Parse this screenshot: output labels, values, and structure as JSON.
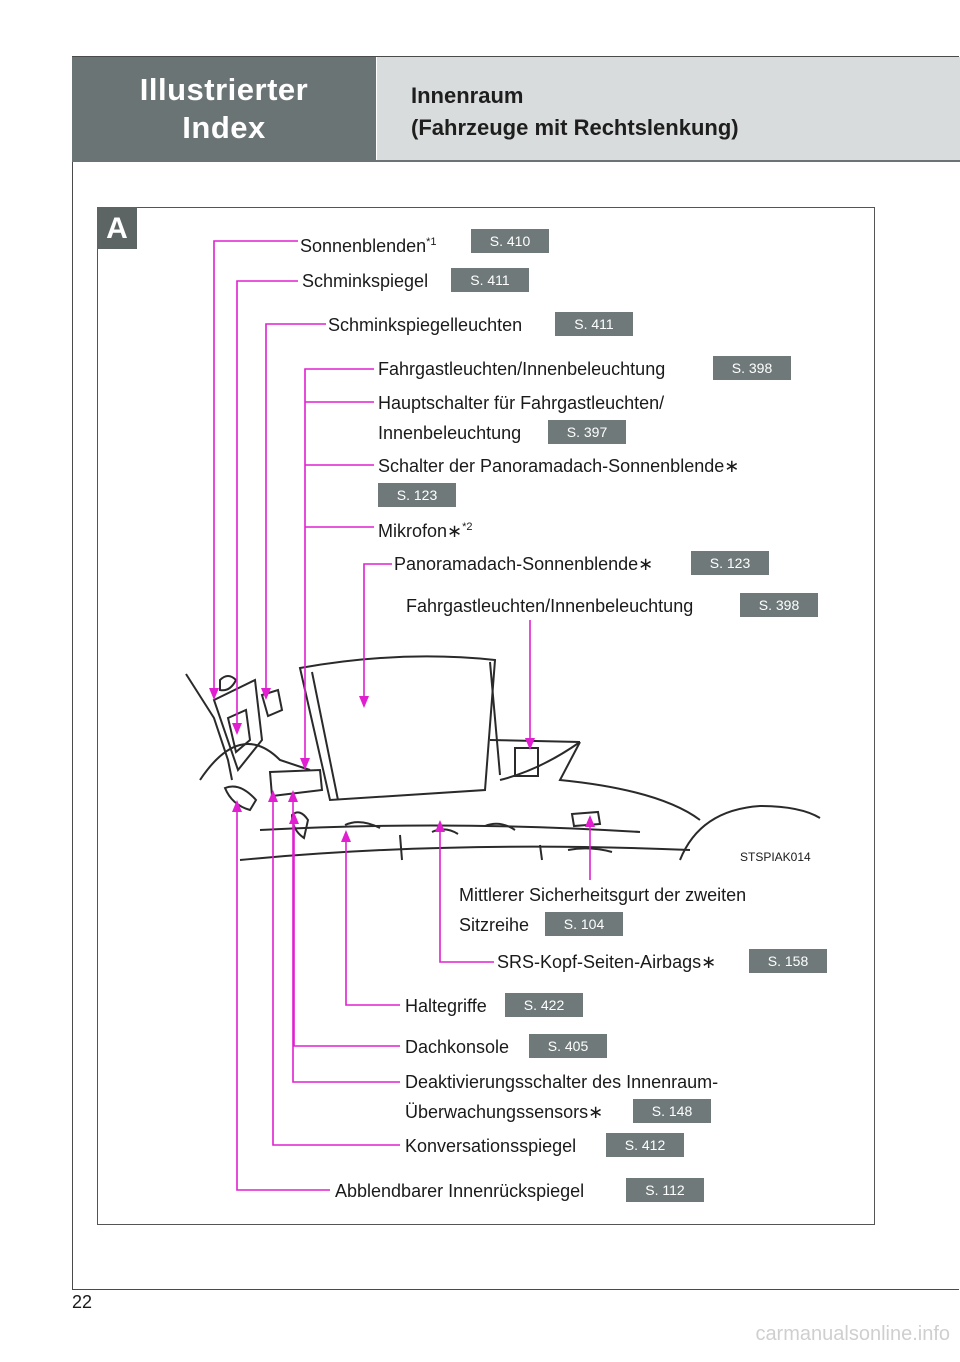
{
  "header": {
    "section_line1": "Illustrierter",
    "section_line2": "Index",
    "title_line1": "Innenraum",
    "title_line2": "(Fahrzeuge mit Rechtslenkung)"
  },
  "panel_badge": "A",
  "labels": {
    "sonnenblenden": "Sonnenblenden",
    "sonnenblenden_note": "*1",
    "sonnenblenden_page": "S. 410",
    "schminkspiegel": "Schminkspiegel",
    "schminkspiegel_page": "S. 411",
    "schminkspiegelleuchten": "Schminkspiegelleuchten",
    "schminkspiegelleuchten_page": "S. 411",
    "fahrgast1": "Fahrgastleuchten/Innenbeleuchtung",
    "fahrgast1_page": "S. 398",
    "hauptschalter_l1": "Hauptschalter für Fahrgastleuchten/",
    "hauptschalter_l2": "Innenbeleuchtung",
    "hauptschalter_page": "S. 397",
    "schalter_panorama": "Schalter der Panoramadach-Sonnenblende∗",
    "schalter_panorama_page": "S. 123",
    "mikrofon": "Mikrofon∗",
    "mikrofon_note": "*2",
    "panoramadach": "Panoramadach-Sonnenblende∗",
    "panoramadach_page": "S. 123",
    "fahrgast2": "Fahrgastleuchten/Innenbeleuchtung",
    "fahrgast2_page": "S. 398",
    "gurt_l1": "Mittlerer Sicherheitsgurt der zweiten",
    "gurt_l2": "Sitzreihe",
    "gurt_page": "S. 104",
    "srs": "SRS-Kopf-Seiten-Airbags∗",
    "srs_page": "S. 158",
    "haltegriffe": "Haltegriffe",
    "haltegriffe_page": "S. 422",
    "dachkonsole": "Dachkonsole",
    "dachkonsole_page": "S. 405",
    "deakt_l1": "Deaktivierungsschalter des Innenraum-",
    "deakt_l2": "Überwachungssensors∗",
    "deakt_page": "S. 148",
    "konversation": "Konversationsspiegel",
    "konversation_page": "S. 412",
    "abblend": "Abblendbarer Innenrückspiegel",
    "abblend_page": "S. 112"
  },
  "figure_code": "STSPIAK014",
  "page_number": "22",
  "watermark": "carmanualsonline.info",
  "colors": {
    "callout": "#e020d0",
    "header_dark": "#6b7474",
    "header_light": "#d9dcdc",
    "page_ref": "#6f7979"
  }
}
